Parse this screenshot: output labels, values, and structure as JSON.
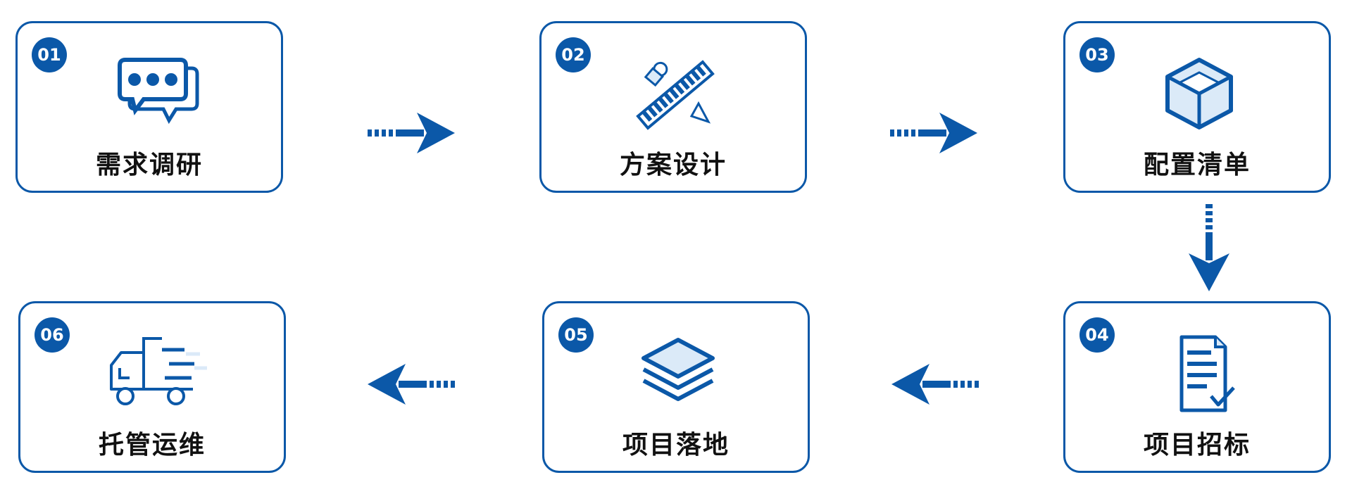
{
  "steps": [
    {
      "number": "01",
      "label": "需求调研",
      "icon": "chat-bubbles-icon"
    },
    {
      "number": "02",
      "label": "方案设计",
      "icon": "ruler-pencil-icon"
    },
    {
      "number": "03",
      "label": "配置清单",
      "icon": "box-icon"
    },
    {
      "number": "04",
      "label": "项目招标",
      "icon": "document-check-icon"
    },
    {
      "number": "05",
      "label": "项目落地",
      "icon": "layers-icon"
    },
    {
      "number": "06",
      "label": "托管运维",
      "icon": "truck-icon"
    }
  ],
  "colors": {
    "primary": "#0b58a8",
    "icon_fill_light": "#dbeaf8",
    "text": "#111111",
    "background": "#ffffff"
  }
}
